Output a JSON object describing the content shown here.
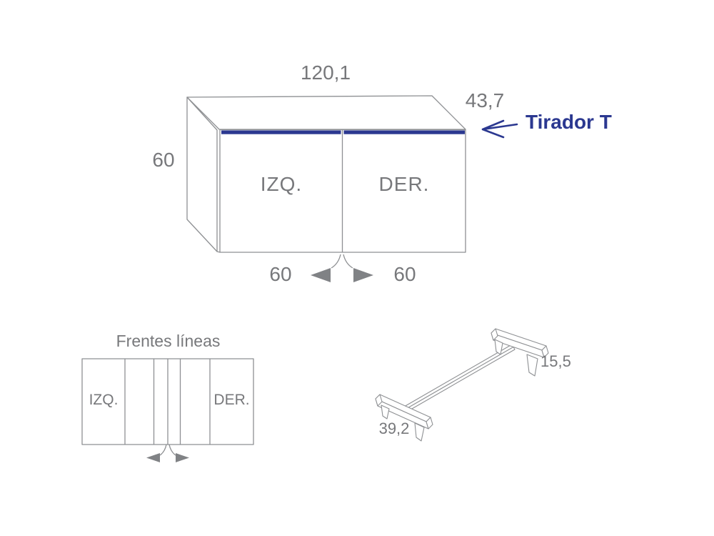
{
  "palette": {
    "accent_blue": "#2b3890",
    "line_gray": "#8e9093",
    "text_gray": "#77787b",
    "arrow_gray": "#808285"
  },
  "cabinet": {
    "width_label": "120,1",
    "depth_label": "43,7",
    "height_label": "60",
    "left_door_label": "IZQ.",
    "right_door_label": "DER.",
    "left_door_width_label": "60",
    "right_door_width_label": "60",
    "handle_callout": "Tirador T"
  },
  "front_view": {
    "title": "Frentes líneas",
    "left_door_label": "IZQ.",
    "right_door_label": "DER."
  },
  "handle_view": {
    "height_label": "15,5",
    "length_label": "39,2"
  },
  "icons": {
    "callout_arrow": "left-open-arrow",
    "door_open_left": "left-triangle",
    "door_open_right": "right-triangle"
  }
}
